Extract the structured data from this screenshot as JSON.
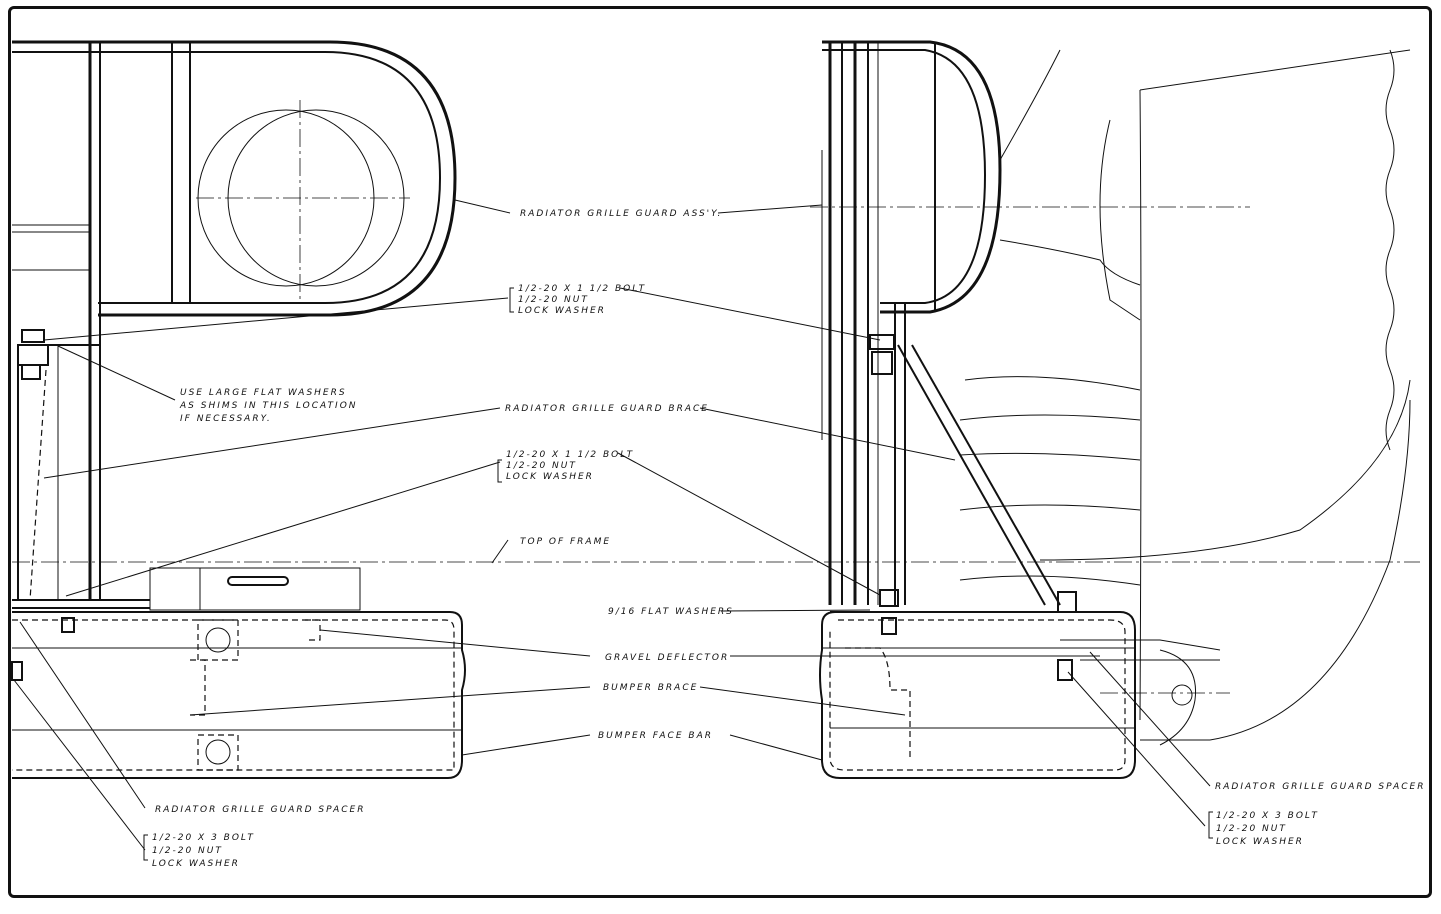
{
  "labels": {
    "grille_guard_assy": "RADIATOR GRILLE GUARD ASS'Y.",
    "bolt1": "1/2-20 X 1 1/2 BOLT",
    "nut1": "1/2-20 NUT",
    "lock1": "LOCK WASHER",
    "washer_note_1": "USE LARGE FLAT WASHERS",
    "washer_note_2": "AS SHIMS IN THIS LOCATION",
    "washer_note_3": "IF NECESSARY.",
    "guard_brace": "RADIATOR GRILLE GUARD BRACE",
    "bolt2": "1/2-20 X 1 1/2 BOLT",
    "nut2": "1/2-20 NUT",
    "lock2": "LOCK WASHER",
    "top_of_frame": "TOP OF FRAME",
    "flat_washers": "9/16 FLAT WASHERS",
    "gravel_deflector": "GRAVEL DEFLECTOR",
    "bumper_brace": "BUMPER BRACE",
    "bumper_face_bar": "BUMPER FACE BAR",
    "spacer_left": "RADIATOR GRILLE GUARD SPACER",
    "bolt3": "1/2-20 X 3 BOLT",
    "nut3": "1/2-20 NUT",
    "lock3": "LOCK WASHER",
    "spacer_right": "RADIATOR GRILLE GUARD SPACER",
    "bolt4": "1/2-20 X 3 BOLT",
    "nut4": "1/2-20 NUT",
    "lock4": "LOCK WASHER"
  }
}
